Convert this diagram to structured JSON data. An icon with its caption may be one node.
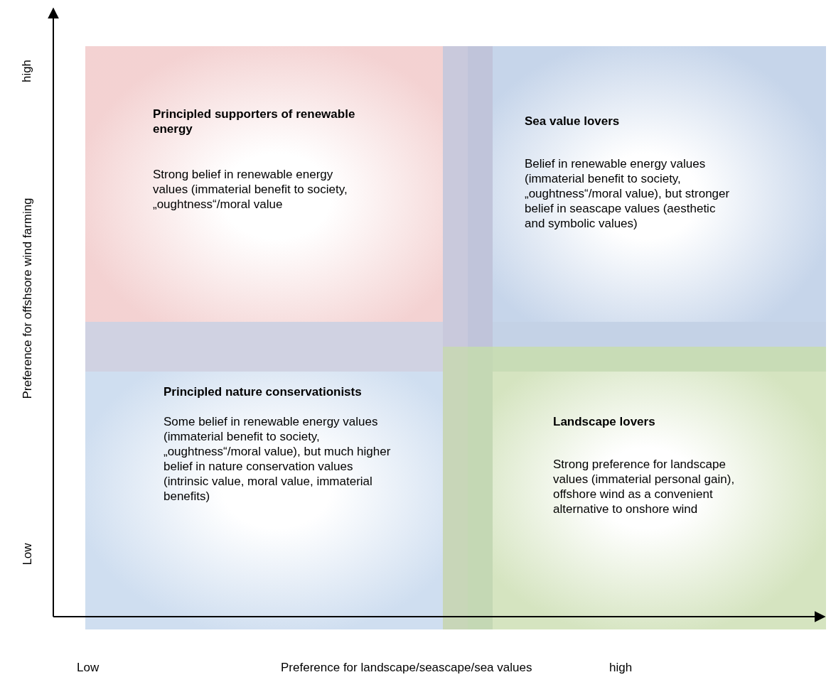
{
  "diagram": {
    "nodes": [
      {
        "text": [
          "Principled supporters of renewable energy",
          "Strong belief in renewable energy values (immaterial benefit to society, „oughtness“/moral value"
        ]
      },
      {
        "text": [
          "Sea value lovers",
          "Belief in renewable energy values (immaterial benefit to society, „oughtness“/moral value), but stronger belief in seascape values (aesthetic and symbolic values)"
        ]
      },
      {
        "text": [
          "Principled nature conservationists",
          "Some belief in renewable energy values (immaterial benefit to society, „oughtness“/moral value), but much higher belief in nature conservation values (intrinsic value, moral value, immaterial benefits)"
        ]
      },
      {
        "text": [
          "Landscape lovers",
          "Strong preference for landscape values (immaterial personal gain), offshore wind as a convenient alternative to onshore wind"
        ]
      }
    ],
    "edges": [],
    "labels": [
      "high",
      "Preference for offshsore wind farming",
      "Low",
      "Low",
      "Preference for landscape/seascape/sea values",
      "high"
    ]
  }
}
